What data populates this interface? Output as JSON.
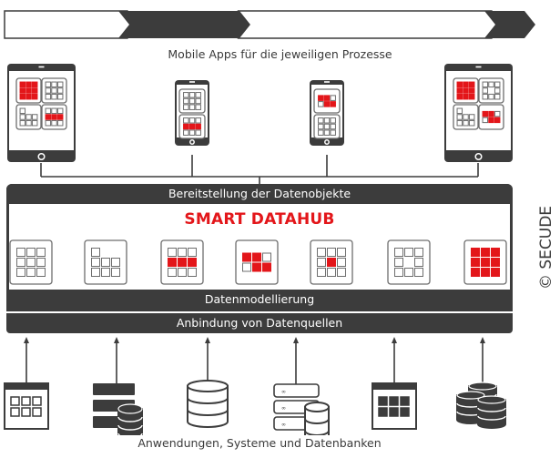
{
  "colors": {
    "dark": "#3c3c3c",
    "red": "#e3161a",
    "tile_border": "#6e6e6e",
    "cell_border": "#6e6e6e",
    "white": "#ffffff"
  },
  "process_chevrons": [
    {
      "style": "outline"
    },
    {
      "style": "filled"
    },
    {
      "style": "outline"
    },
    {
      "style": "filled"
    }
  ],
  "mobile_caption": "Mobile Apps für die jeweiligen Prozesse",
  "devices": [
    {
      "type": "tablet",
      "tiles": [
        "full-red",
        "grid-outline",
        "stairs-outline",
        "middle-row-red"
      ]
    },
    {
      "type": "phone",
      "tiles": [
        "grid-outline",
        "middle-row-red"
      ]
    },
    {
      "type": "phone",
      "tiles": [
        "diagonal-red",
        "grid-outline"
      ]
    },
    {
      "type": "tablet",
      "tiles": [
        "full-red",
        "ring-outline",
        "stairs-outline",
        "diagonal-red"
      ]
    }
  ],
  "hub": {
    "top_bar": "Bereitstellung der Datenobjekte",
    "title": "SMART DATAHUB",
    "tiles": [
      "grid-outline",
      "stairs-outline",
      "middle-row-red",
      "diagonal-red",
      "center-red",
      "ring-outline",
      "full-red"
    ],
    "modeling_bar": "Datenmodellierung",
    "connection_bar": "Anbindung von Datenquellen"
  },
  "sources": [
    {
      "icon": "application-window-icon"
    },
    {
      "icon": "server-with-database-icon"
    },
    {
      "icon": "database-icon"
    },
    {
      "icon": "server-rack-with-database-icon"
    },
    {
      "icon": "application-window-filled-icon"
    },
    {
      "icon": "multiple-databases-icon"
    }
  ],
  "sources_caption": "Anwendungen, Systeme und Datenbanken",
  "copyright": "© SECUDE"
}
